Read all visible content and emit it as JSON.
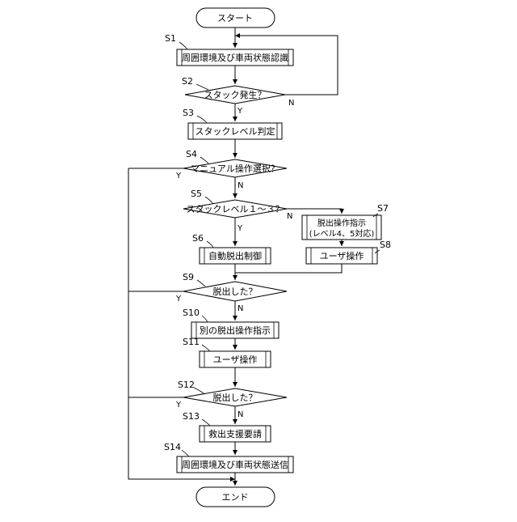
{
  "flowchart": {
    "start": "スタート",
    "end": "エンド",
    "steps": {
      "s1": {
        "id": "S1",
        "text": "周囲環境及び車両状態認識"
      },
      "s2": {
        "id": "S2",
        "text": "スタック発生？",
        "yes": "Y",
        "no": "N"
      },
      "s3": {
        "id": "S3",
        "text": "スタックレベル判定"
      },
      "s4": {
        "id": "S4",
        "text": "マニュアル操作選択？",
        "yes": "Y",
        "no": "N"
      },
      "s5": {
        "id": "S5",
        "text": "スタックレベル１～３？",
        "yes": "Y",
        "no": "N"
      },
      "s6": {
        "id": "S6",
        "text": "自動脱出制御"
      },
      "s7": {
        "id": "S7",
        "line1": "脱出操作指示",
        "line2": "(レベル4、5対応)"
      },
      "s8": {
        "id": "S8",
        "text": "ユーザ操作"
      },
      "s9": {
        "id": "S9",
        "text": "脱出した？",
        "yes": "Y",
        "no": "N"
      },
      "s10": {
        "id": "S10",
        "text": "別の脱出操作指示"
      },
      "s11": {
        "id": "S11",
        "text": "ユーザ操作"
      },
      "s12": {
        "id": "S12",
        "text": "脱出した？",
        "yes": "Y",
        "no": "N"
      },
      "s13": {
        "id": "S13",
        "text": "救出支援要請"
      },
      "s14": {
        "id": "S14",
        "text": "周囲環境及び車両状態送信"
      }
    }
  }
}
